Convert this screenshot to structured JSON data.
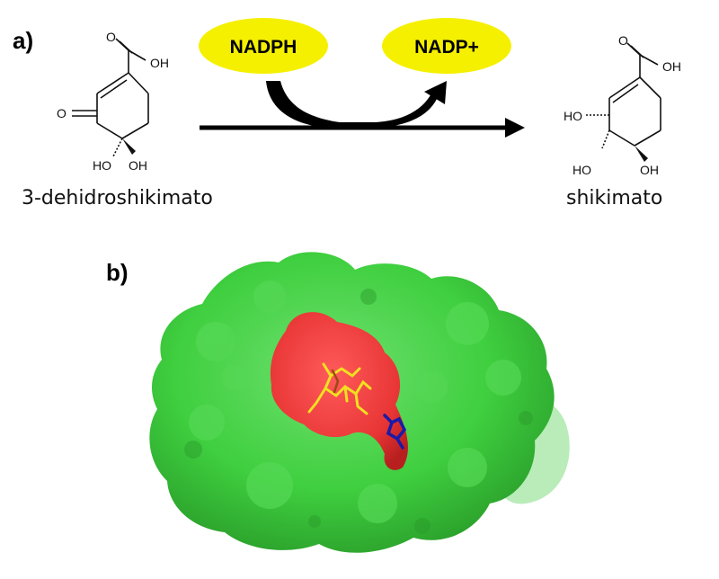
{
  "panels": {
    "a_label": "a)",
    "b_label": "b)"
  },
  "reaction": {
    "substrate_name": "3-dehidroshikimato",
    "product_name": "shikimato",
    "cofactor_in": "NADPH",
    "cofactor_out": "NADP+"
  },
  "substrate_atoms": {
    "oh_acid": "OH",
    "o_acid": "O",
    "o_keto": "O",
    "ho_left": "HO",
    "oh_right": "OH"
  },
  "product_atoms": {
    "oh_acid": "OH",
    "o_acid": "O",
    "ho_top": "HO",
    "ho_bottom_left": "HO",
    "oh_bottom_right": "OH"
  },
  "colors": {
    "cofactor_fill": "#f5f000",
    "protein_surface": "#3fcf3f",
    "active_site": "#e83535",
    "ligand_nadp": "#f0e020",
    "ligand_substrate": "#1a1aa8"
  }
}
